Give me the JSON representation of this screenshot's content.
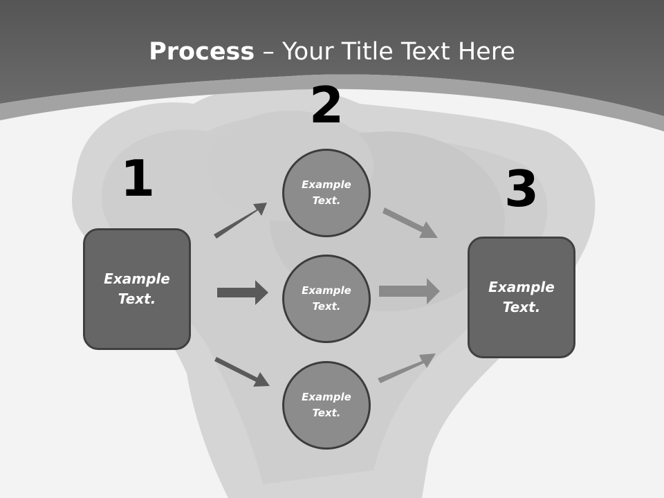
{
  "title": {
    "bold": "Process",
    "rest": " – Your Title Text Here"
  },
  "steps": {
    "one": "1",
    "two": "2",
    "three": "3"
  },
  "left_box": "Example Text.",
  "right_box": "Example Text.",
  "circles": [
    "Example Text.",
    "Example Text.",
    "Example Text."
  ],
  "colors": {
    "header": "#5e5e5e",
    "box": "#666666",
    "circle": "#8c8c8c",
    "arrow_dark": "#5a5a5a",
    "arrow_light": "#8a8a8a"
  }
}
